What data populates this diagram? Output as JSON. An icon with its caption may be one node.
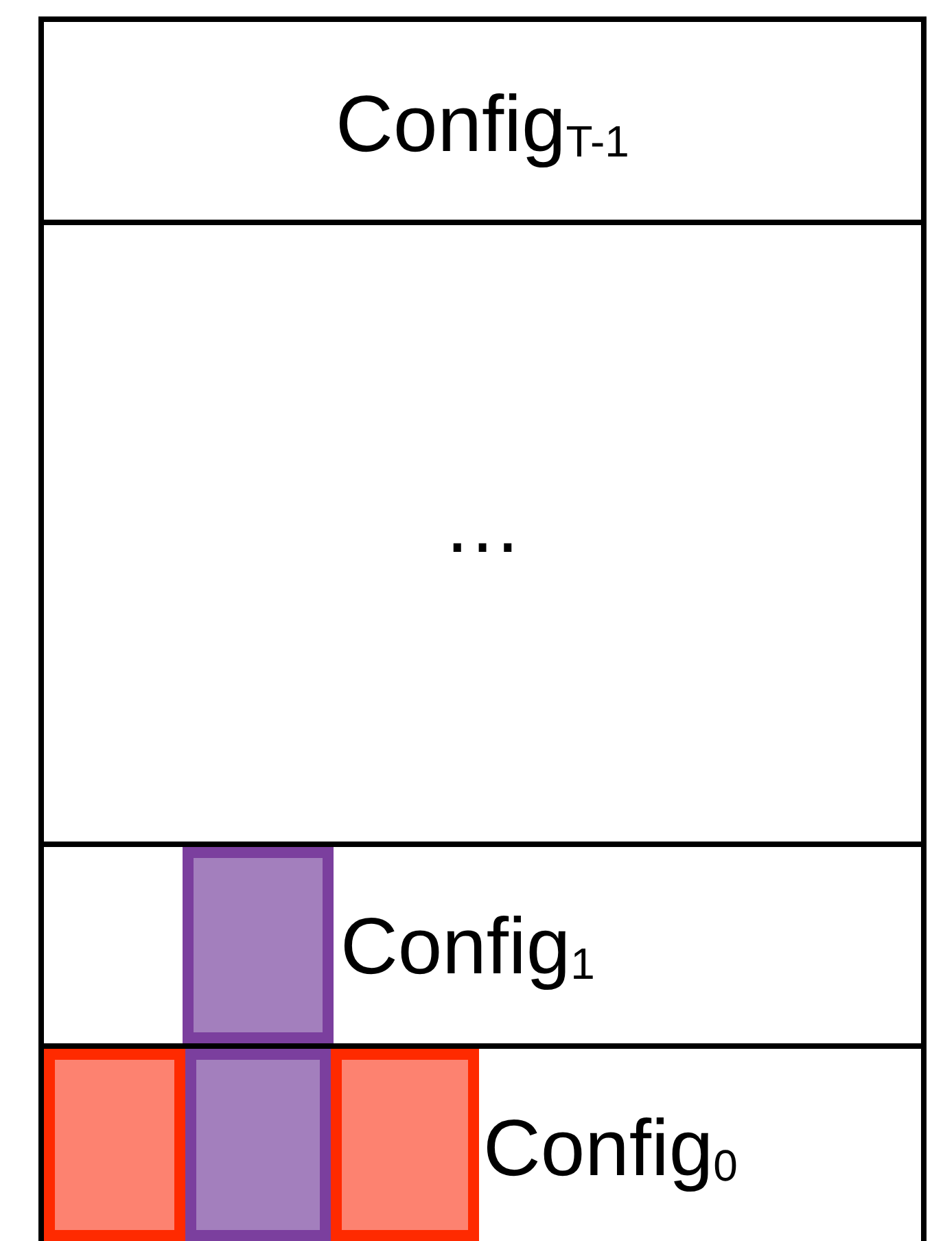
{
  "diagram": {
    "nodes": [
      {
        "text": [
          "Config$_{T-1}$"
        ]
      },
      {
        "text": [
          "…"
        ]
      },
      {
        "text": [
          "Config$_{1}$"
        ]
      },
      {
        "text": [
          "Config$_{0}$"
        ]
      },
      {
        "text": [],
        "shape": "box",
        "in": 2
      },
      {
        "text": [],
        "shape": "box",
        "in": 3
      },
      {
        "text": [],
        "shape": "box",
        "in": 3
      },
      {
        "text": [],
        "shape": "box",
        "in": 3
      }
    ]
  }
}
